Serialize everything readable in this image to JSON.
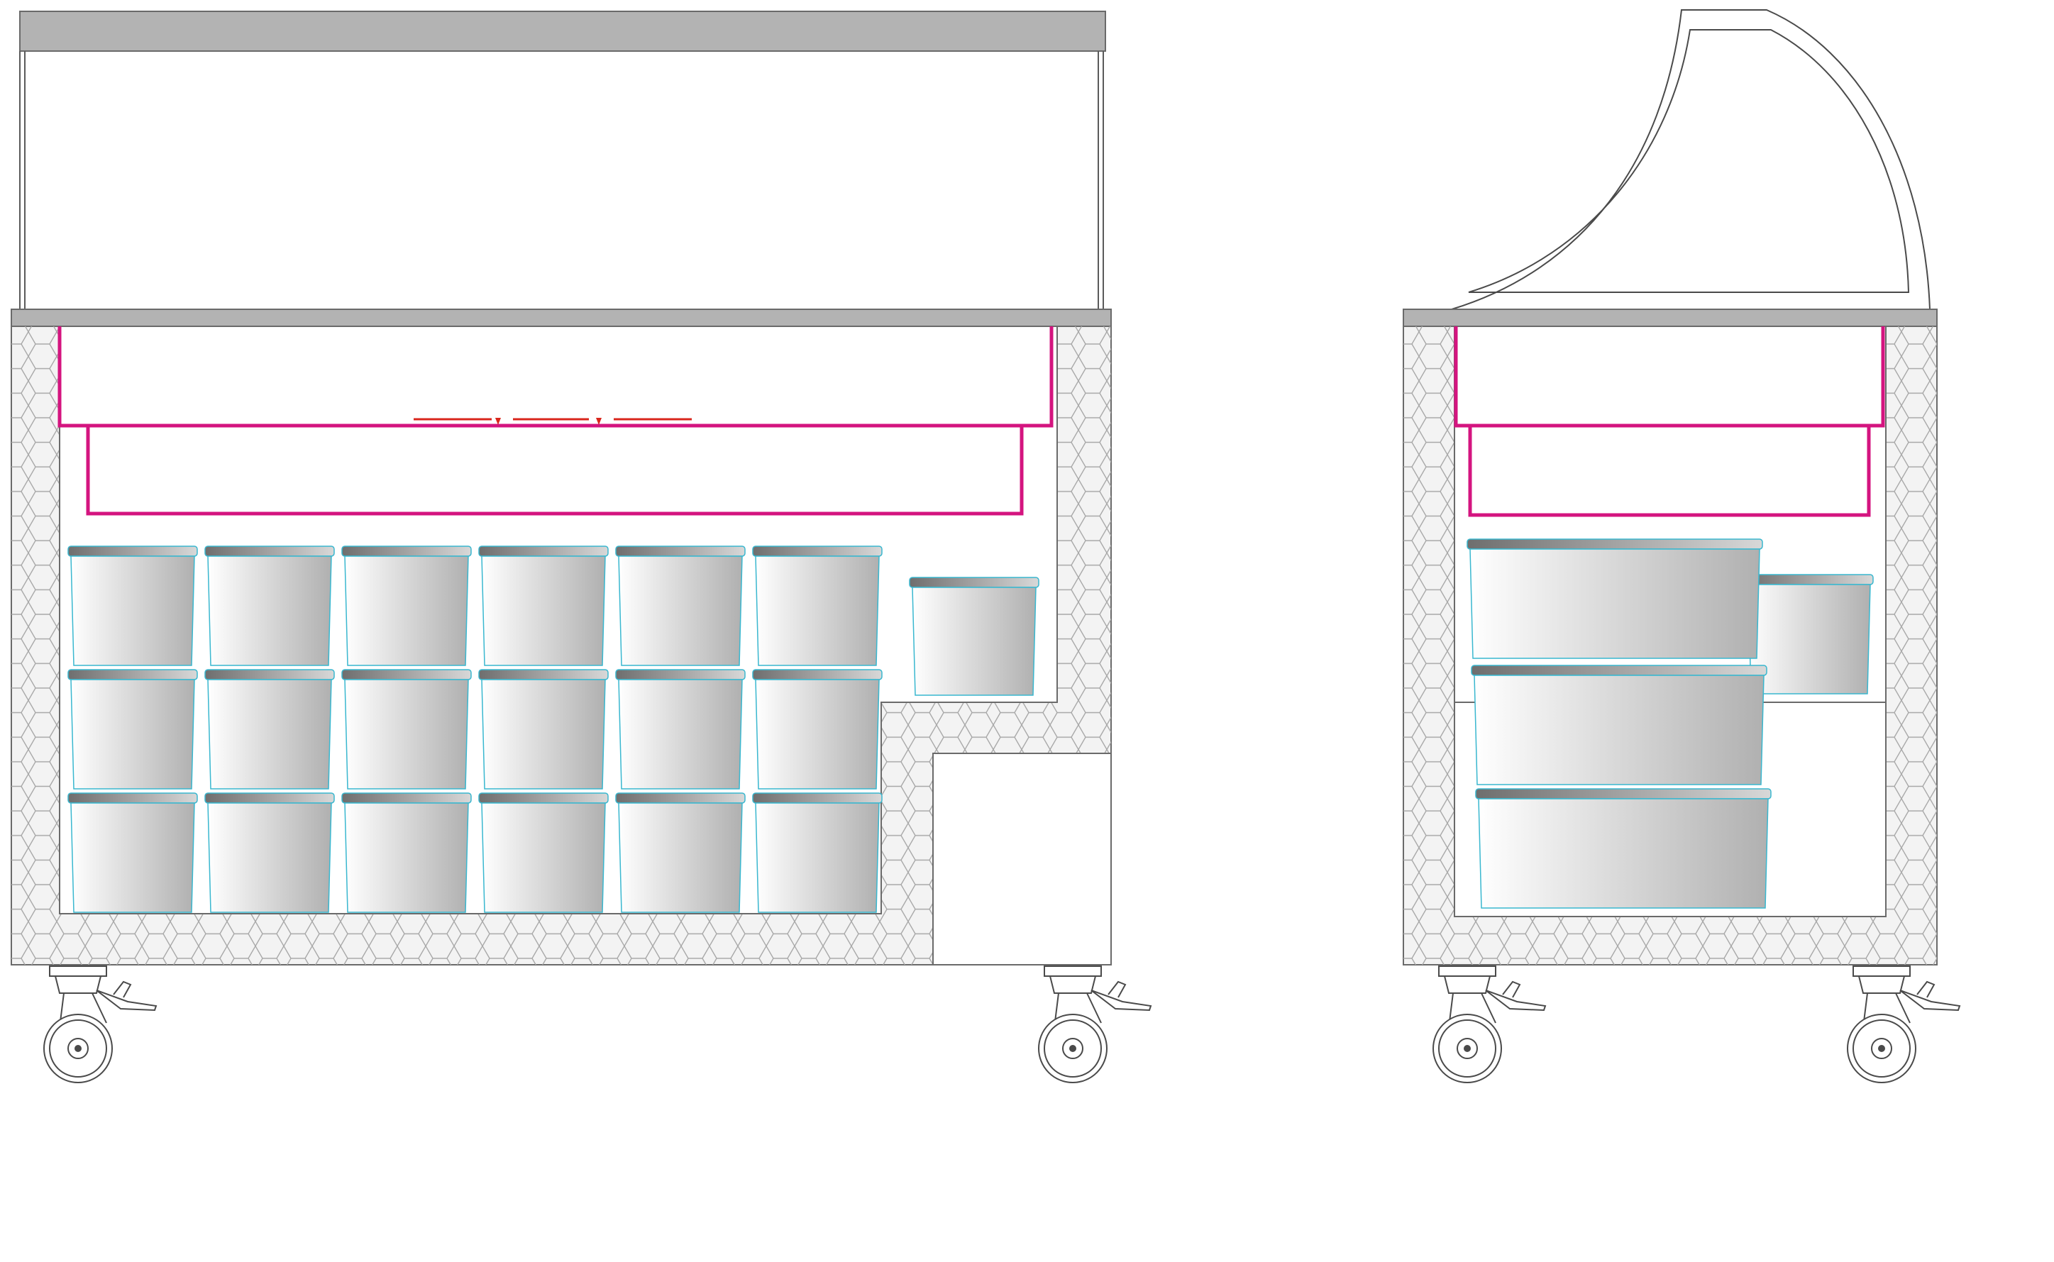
{
  "drawing": {
    "views": [
      "front-view",
      "side-view"
    ],
    "front_tub_grid": {
      "rows": 3,
      "cols": 6
    },
    "side_pan_stack": 3
  },
  "colors": {
    "countertop": "#b3b3b3",
    "insulation_fill": "#f3f3f3",
    "insulation_pattern": "#a8a8a8",
    "evaporator": "#d4147f",
    "tub_outline": "#39b7cf",
    "tub_lid": "#8a8a8a",
    "tub_dark": "#b0b0b0",
    "tub_light": "#ffffff",
    "line": "#4a4a4a",
    "sensor": "#d9261c"
  },
  "icons": {
    "wheel": "caster-wheel-icon",
    "brake": "brake-pedal-icon"
  }
}
